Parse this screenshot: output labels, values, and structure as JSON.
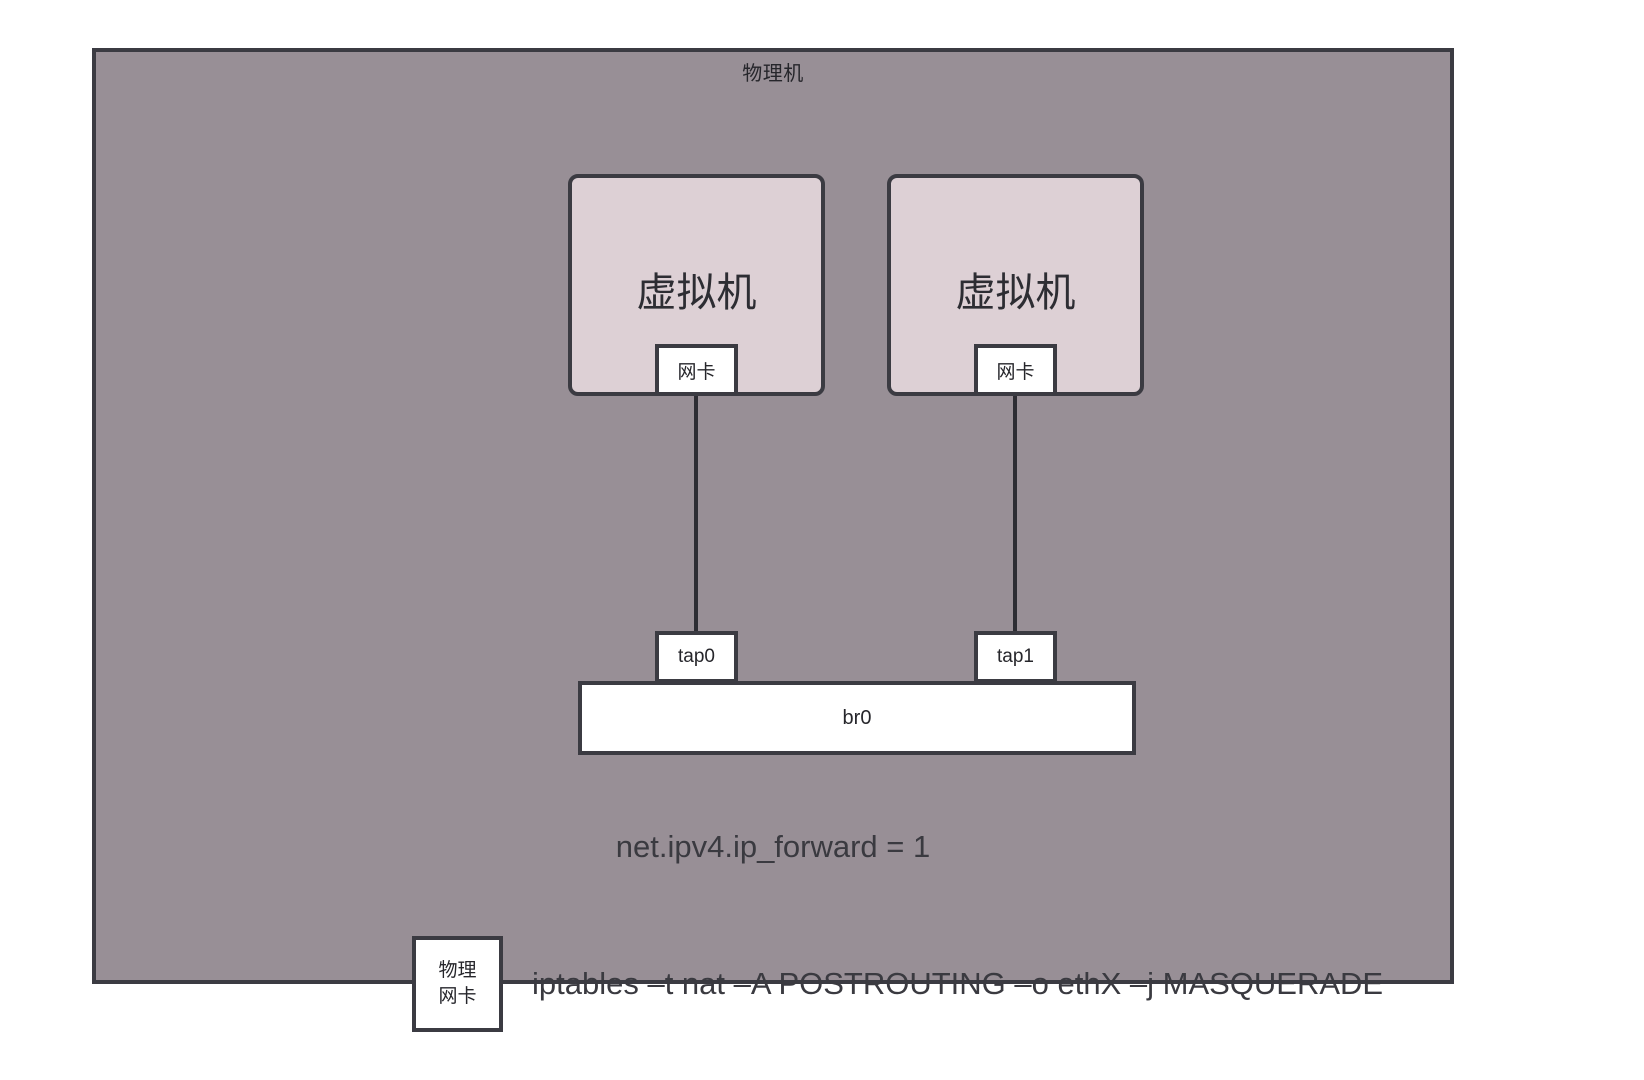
{
  "diagram": {
    "host": {
      "title": "物理机",
      "background_color": "#988F96",
      "border_color": "#3B3B42"
    },
    "vms": [
      {
        "label": "虚拟机",
        "nic_label": "网卡",
        "tap_label": "tap0",
        "fill_color": "#DDD0D5"
      },
      {
        "label": "虚拟机",
        "nic_label": "网卡",
        "tap_label": "tap1",
        "fill_color": "#DDD0D5"
      }
    ],
    "bridge": {
      "label": "br0",
      "fill_color": "#FFFFFF"
    },
    "sysctl": {
      "text": "net.ipv4.ip_forward = 1"
    },
    "physical_nic": {
      "line1": "物理",
      "line2": "网卡"
    },
    "iptables": {
      "command": "iptables –t nat –A POSTROUTING –o ethX –j MASQUERADE"
    }
  }
}
